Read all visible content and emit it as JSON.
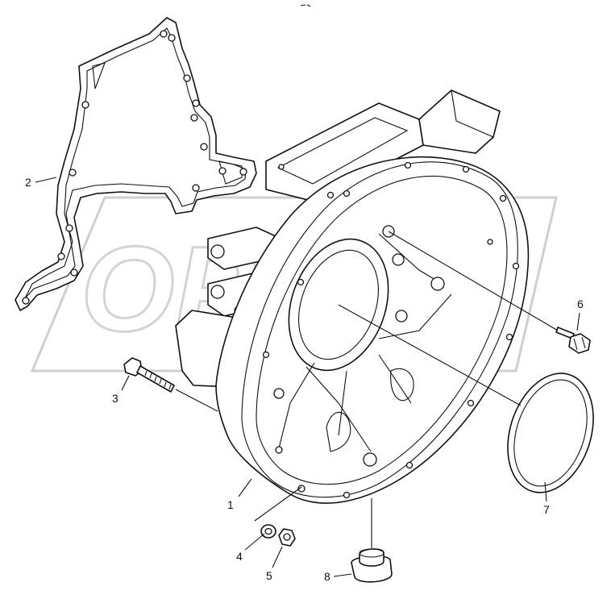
{
  "watermark": {
    "text": "OPEX"
  },
  "callouts": [
    {
      "id": "1",
      "label": "1",
      "part": "flywheel housing"
    },
    {
      "id": "2",
      "label": "2",
      "part": "gasket"
    },
    {
      "id": "3",
      "label": "3",
      "part": "stud"
    },
    {
      "id": "4",
      "label": "4",
      "part": "washer"
    },
    {
      "id": "5",
      "label": "5",
      "part": "nut"
    },
    {
      "id": "6",
      "label": "6",
      "part": "bolt"
    },
    {
      "id": "7",
      "label": "7",
      "part": "seal ring"
    },
    {
      "id": "8",
      "label": "8",
      "part": "plug"
    }
  ]
}
